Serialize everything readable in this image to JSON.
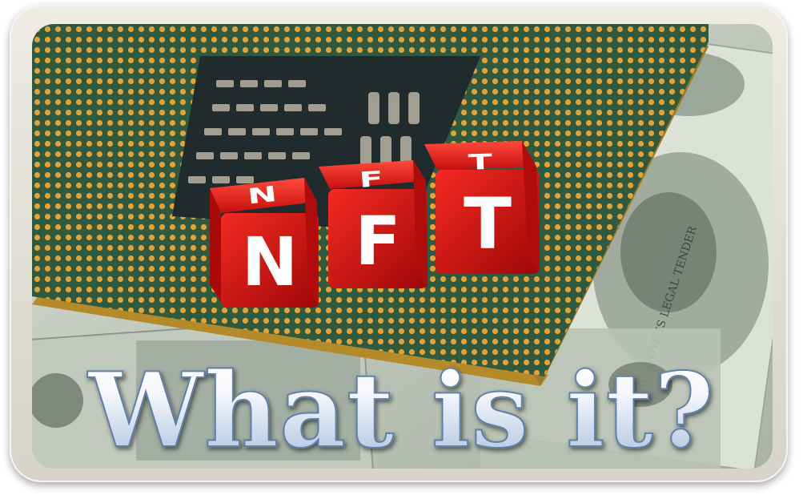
{
  "headline": "What is it?",
  "dice": {
    "top": [
      "N",
      "F",
      "T"
    ],
    "front": [
      "N",
      "F",
      "T"
    ]
  },
  "colors": {
    "frame": "#e6e2d8",
    "die_red": "#e01818",
    "pcb_green": "#2f5a3f",
    "gold_pad": "#d99a2b",
    "headline_fill": "#dfe8f4",
    "headline_stroke": "#5d7fa8"
  }
}
